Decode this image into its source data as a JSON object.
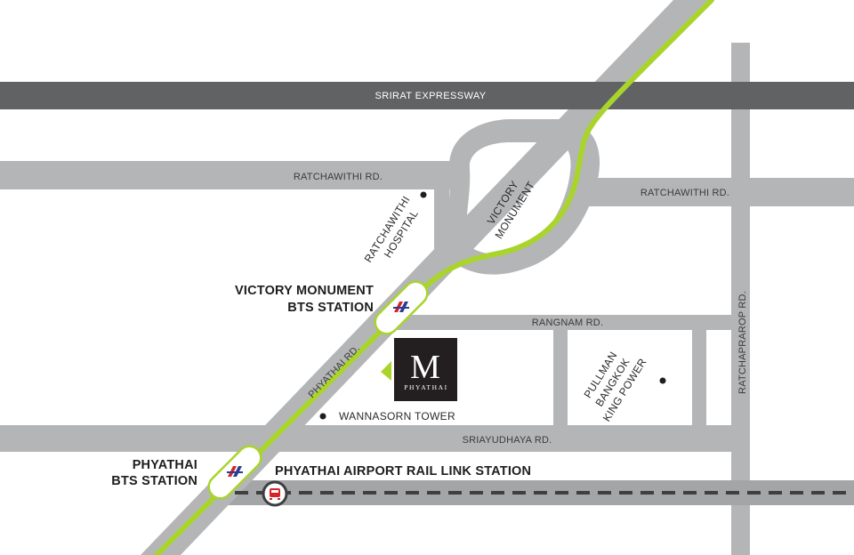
{
  "roads": {
    "expressway": "SRIRAT EXPRESSWAY",
    "ratchawithi_west": "RATCHAWITHI RD.",
    "ratchawithi_east": "RATCHAWITHI RD.",
    "rangnam": "RANGNAM RD.",
    "sriayudhaya": "SRIAYUDHAYA RD.",
    "phyathai": "PHYATHAI RD.",
    "ratchaprarop": "RATCHAPRAROP RD."
  },
  "landmarks": {
    "victory_monument": [
      "VICTORY",
      "MONUMENT"
    ],
    "hospital": [
      "RATCHAWITHI",
      "HOSPITAL"
    ],
    "wannasorn": "WANNASORN TOWER",
    "pullman": [
      "PULLMAN",
      "BANGKOK",
      "KING POWER"
    ]
  },
  "stations": {
    "victory_bts": [
      "VICTORY MONUMENT",
      "BTS STATION"
    ],
    "phyathai_bts": [
      "PHYATHAI",
      "BTS STATION"
    ],
    "airport_link": "PHYATHAI AIRPORT RAIL LINK STATION"
  },
  "logo": {
    "letter": "M",
    "name": "PHYATHAI"
  },
  "colors": {
    "road": "#b4b5b7",
    "expressway": "#616264",
    "bts_line": "#a9d42c",
    "rail_link": "#a4a5a7",
    "dash": "#3e3f41",
    "logo_bg": "#231f20"
  },
  "icons": {
    "bts": "bts-train-icon",
    "airport_link": "airport-rail-link-icon"
  }
}
